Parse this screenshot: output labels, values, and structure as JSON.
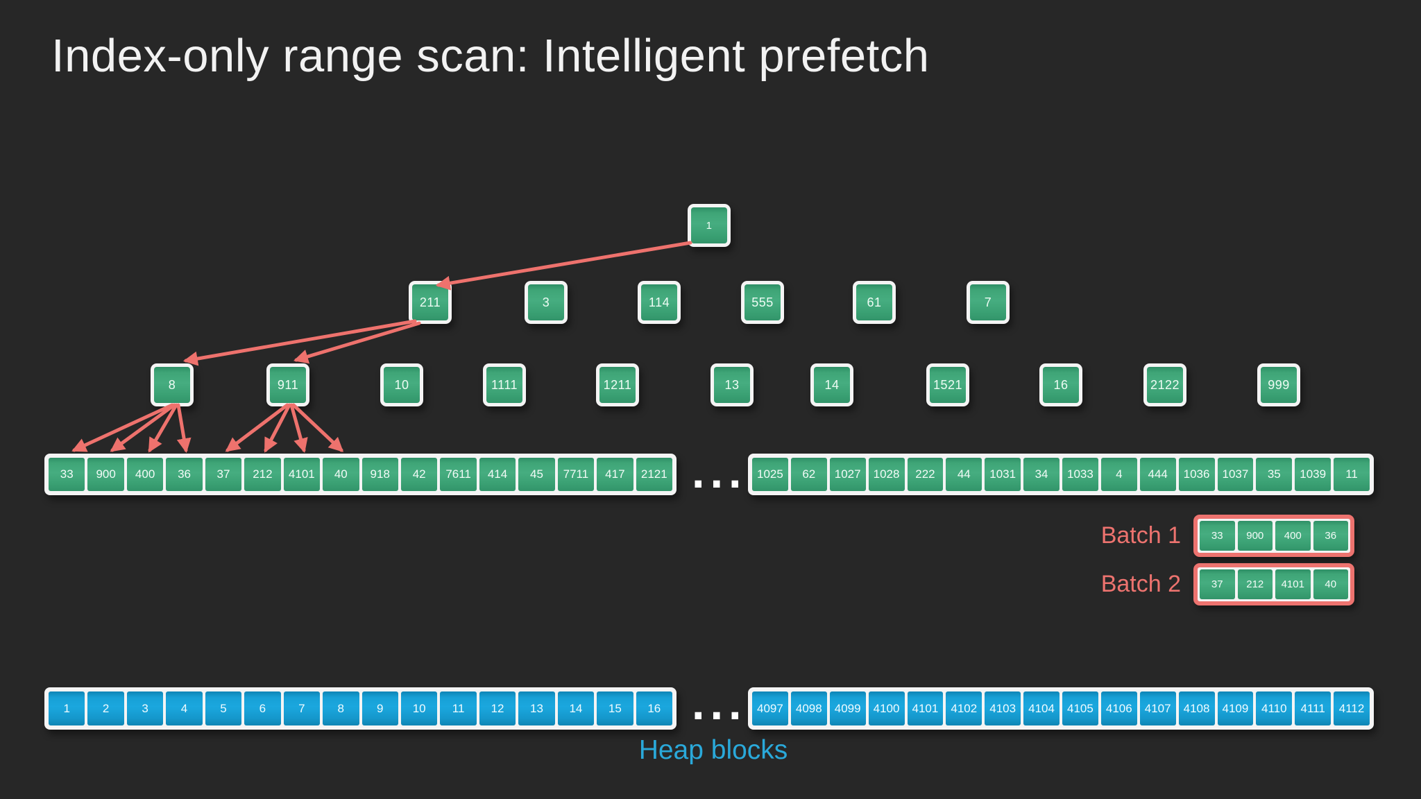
{
  "slide": {
    "title": "Index-only range scan: Intelligent prefetch"
  },
  "colors": {
    "background": "#272727",
    "node_green": "#46ad80",
    "heap_blue": "#1ba7de",
    "arrow_red": "#ee726d",
    "batch_red": "#ed736f",
    "heap_caption_cyan": "#2aa9da",
    "tray_white": "#f4f4f4",
    "title_white": "#f2f2f2"
  },
  "tree": {
    "root": "1",
    "level2": [
      "211",
      "3",
      "114",
      "555",
      "61",
      "7"
    ],
    "level3": [
      "8",
      "911",
      "10",
      "1111",
      "1211",
      "13",
      "14",
      "1521",
      "16",
      "2122",
      "999"
    ]
  },
  "leaf_row": {
    "left_cells": [
      "33",
      "900",
      "400",
      "36",
      "37",
      "212",
      "4101",
      "40",
      "918",
      "42",
      "7611",
      "414",
      "45",
      "7711",
      "417",
      "2121"
    ],
    "ellipsis": "...",
    "right_cells": [
      "1025",
      "62",
      "1027",
      "1028",
      "222",
      "44",
      "1031",
      "34",
      "1033",
      "4",
      "444",
      "1036",
      "1037",
      "35",
      "1039",
      "11"
    ]
  },
  "batches": {
    "batch1": {
      "label": "Batch 1",
      "cells": [
        "33",
        "900",
        "400",
        "36"
      ]
    },
    "batch2": {
      "label": "Batch 2",
      "cells": [
        "37",
        "212",
        "4101",
        "40"
      ]
    }
  },
  "heap_row": {
    "left_cells": [
      "1",
      "2",
      "3",
      "4",
      "5",
      "6",
      "7",
      "8",
      "9",
      "10",
      "11",
      "12",
      "13",
      "14",
      "15",
      "16"
    ],
    "ellipsis": "...",
    "right_cells": [
      "4097",
      "4098",
      "4099",
      "4100",
      "4101",
      "4102",
      "4103",
      "4104",
      "4105",
      "4106",
      "4107",
      "4108",
      "4109",
      "4110",
      "4111",
      "4112"
    ],
    "caption": "Heap blocks"
  }
}
